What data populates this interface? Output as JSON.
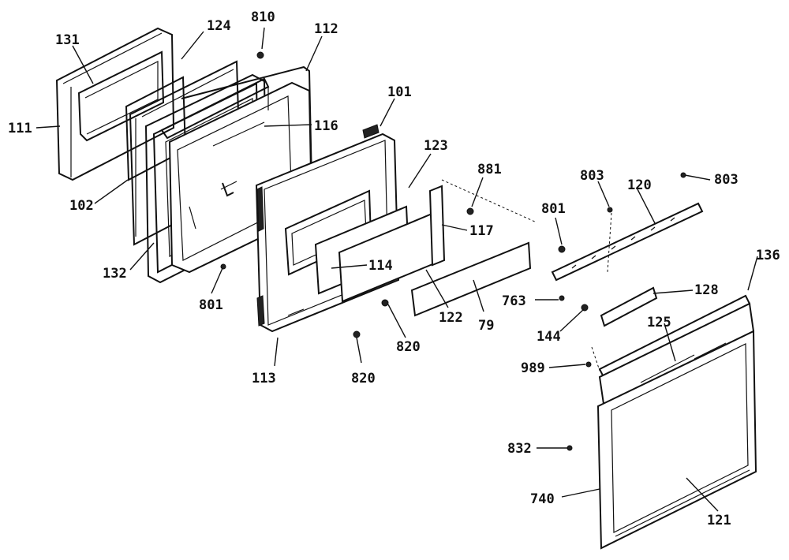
{
  "diagram": {
    "labels": {
      "p111": "111",
      "p131": "131",
      "p124": "124",
      "p810": "810",
      "p112": "112",
      "p101": "101",
      "p116": "116",
      "p123": "123",
      "p881": "881",
      "p803a": "803",
      "p803b": "803",
      "p120": "120",
      "p102": "102",
      "p801a": "801",
      "p117": "117",
      "p114": "114",
      "p132": "132",
      "p801b": "801",
      "p136": "136",
      "p128": "128",
      "p763": "763",
      "p144": "144",
      "p125": "125",
      "p122": "122",
      "p79": "79",
      "p820a": "820",
      "p820b": "820",
      "p113": "113",
      "p989": "989",
      "p832": "832",
      "p740": "740",
      "p121": "121"
    }
  }
}
